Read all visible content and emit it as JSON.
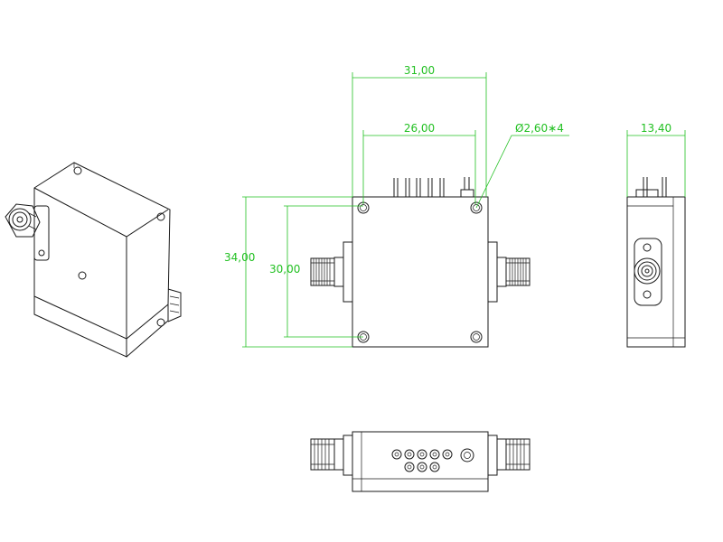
{
  "dimensions": {
    "overall_width": "31,00",
    "hole_spacing_x": "26,00",
    "hole_spec": "Ø2,60∗4",
    "depth": "13,40",
    "overall_height": "34,00",
    "hole_spacing_y": "30,00"
  },
  "colors": {
    "dimension": "#22c022",
    "outline": "#1a1a1a",
    "background": "#ffffff"
  },
  "views": [
    "isometric",
    "front",
    "side",
    "bottom"
  ]
}
